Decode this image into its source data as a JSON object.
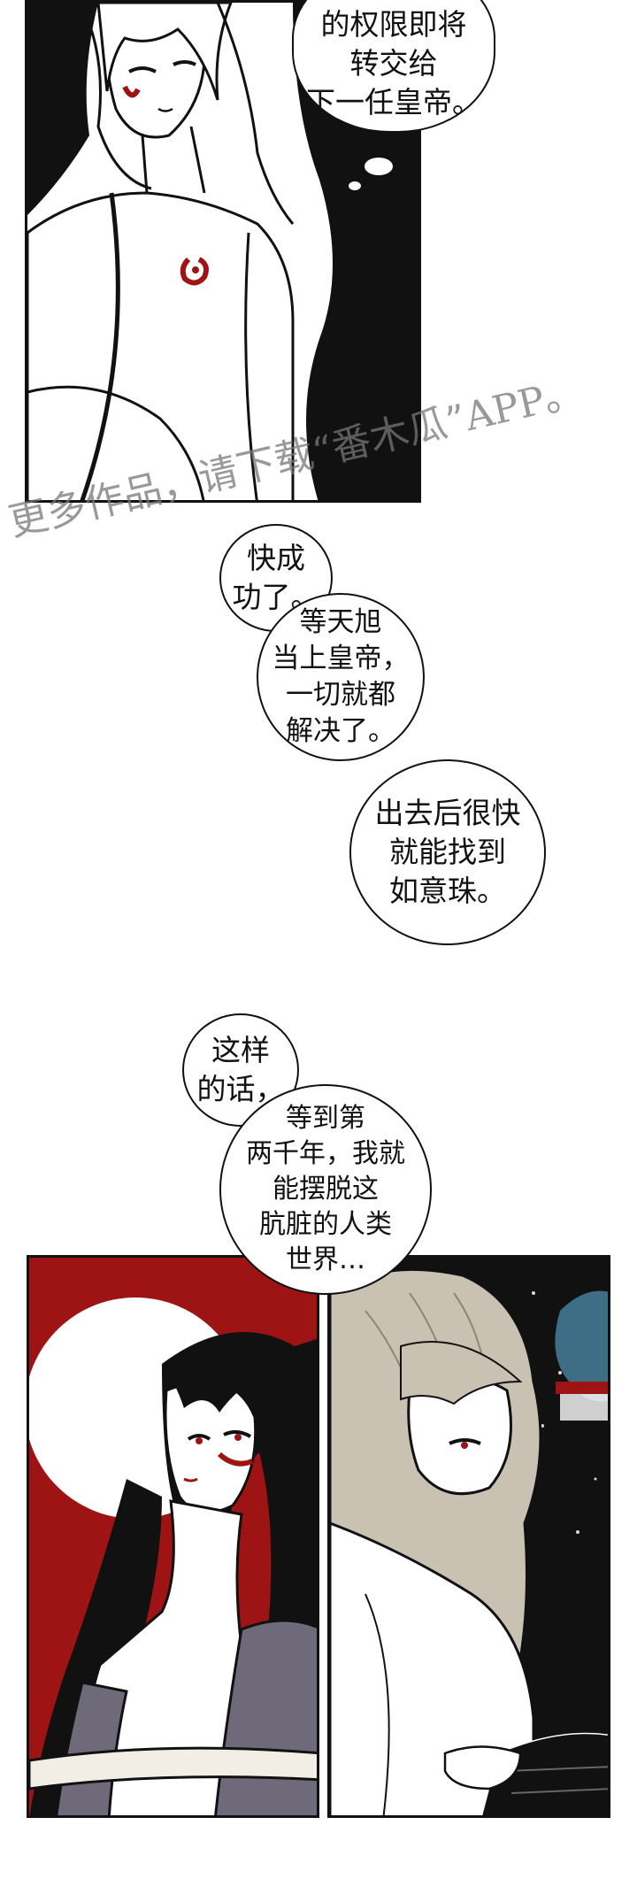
{
  "panel1": {
    "thought": "的权限即将\n转交给\n下一任皇帝。"
  },
  "watermark": {
    "text": "更多作品，请下载“番木瓜”APP。"
  },
  "bubbles": {
    "b1": "快成\n功了。",
    "b2": "等天旭\n当上皇帝，\n一切就都\n解决了。",
    "b3": "出去后很快\n就能找到\n如意珠。",
    "b4": "这样\n的话，",
    "b5": "等到第\n两千年，我就\n能摆脱这\n肮脏的人类\n世界…"
  },
  "colors": {
    "ink": "#111111",
    "red": "#9e1414",
    "paper": "#ffffff",
    "grey_robe": "#6e6a7a",
    "hair_beige": "#c9c1b2",
    "teal_tree": "#3d6e86"
  }
}
